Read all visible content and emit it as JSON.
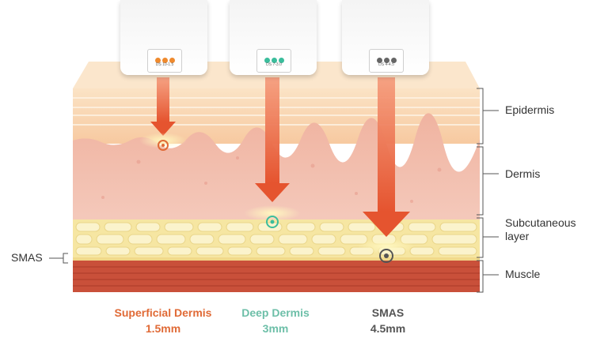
{
  "cartridges": [
    {
      "code": "DS 10-1.5",
      "dot_color": "#ef8a2e"
    },
    {
      "code": "DS 7-3.0",
      "dot_color": "#3bbd9c"
    },
    {
      "code": "DS 4-4.5",
      "dot_color": "#666666"
    }
  ],
  "layers": {
    "epidermis": "Epidermis",
    "dermis": "Dermis",
    "subcutaneous": "Subcutaneous\nlayer",
    "muscle": "Muscle",
    "smas": "SMAS"
  },
  "depths": [
    {
      "name": "Superficial Dermis",
      "value": "1.5mm",
      "color": "#e06a36"
    },
    {
      "name": "Deep Dermis",
      "value": "3mm",
      "color": "#6dbfa8"
    },
    {
      "name": "SMAS",
      "value": "4.5mm",
      "color": "#555555"
    }
  ],
  "colors": {
    "arrow": "#e8603a",
    "epidermis": "#f8d3ad",
    "dermis": "#f0b5a6",
    "fat": "#f4e7a4",
    "muscle": "#c64c38"
  }
}
